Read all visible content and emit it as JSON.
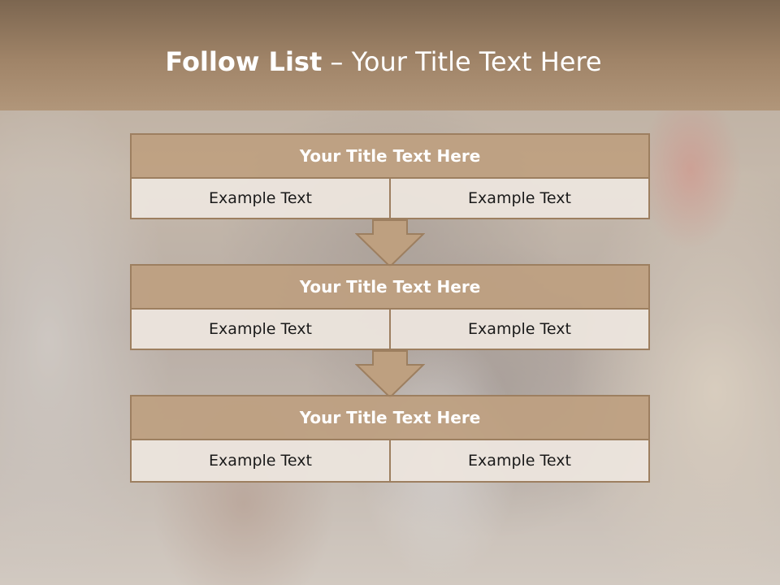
{
  "header": {
    "title_bold": "Follow List",
    "title_rest": " – Your Title Text Here"
  },
  "steps": [
    {
      "title": "Your Title Text Here",
      "left": "Example Text",
      "right": "Example Text"
    },
    {
      "title": "Your Title Text Here",
      "left": "Example Text",
      "right": "Example Text"
    },
    {
      "title": "Your Title Text Here",
      "left": "Example Text",
      "right": "Example Text"
    }
  ],
  "colors": {
    "header": "#a08468",
    "box_title_fill": "#bea080",
    "box_border": "#9d7f60",
    "cell_fill": "#ece5dd",
    "arrow_fill": "#bea080"
  }
}
